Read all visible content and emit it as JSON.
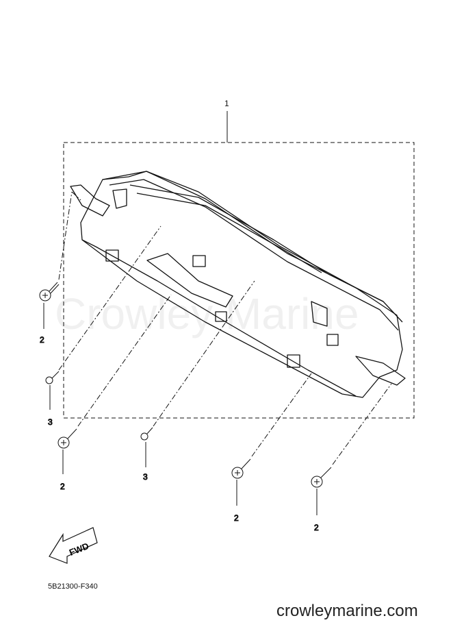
{
  "diagram": {
    "part_code": "5B21300-F340",
    "website": "crowleymarine.com",
    "watermark": "Crowley Marine",
    "fwd_label": "FWD",
    "callouts": {
      "main": "1",
      "screw_a": "2",
      "screw_b": "3",
      "screw_c": "2",
      "screw_d": "3",
      "screw_e": "2",
      "screw_f": "2"
    }
  }
}
